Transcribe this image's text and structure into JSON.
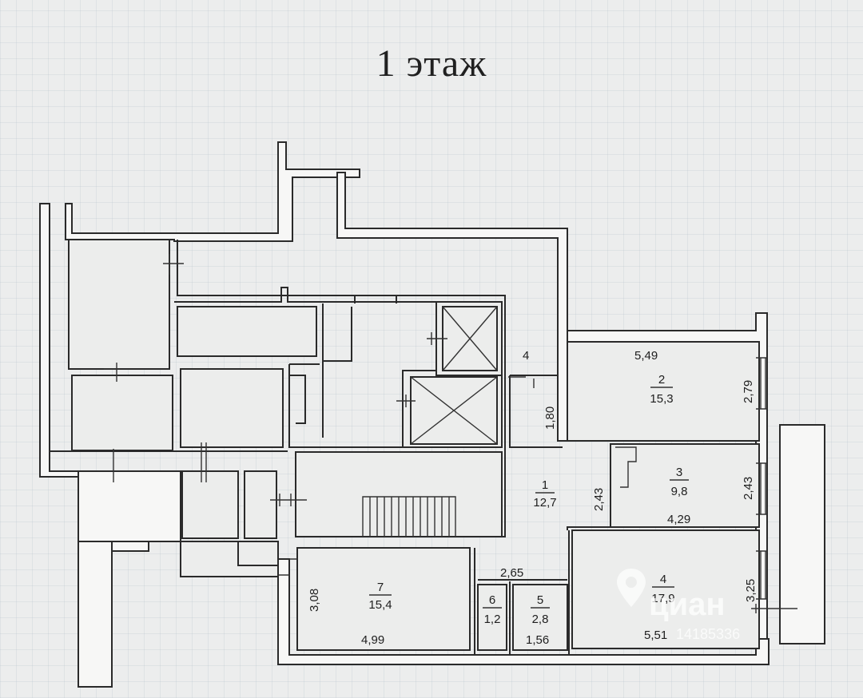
{
  "title": "1 этаж",
  "rooms": [
    {
      "id": "room-1",
      "number": "1",
      "area": "12,7"
    },
    {
      "id": "room-2",
      "number": "2",
      "area": "15,3"
    },
    {
      "id": "room-3",
      "number": "3",
      "area": "9,8"
    },
    {
      "id": "room-4",
      "number": "4",
      "area": "17,9"
    },
    {
      "id": "room-5",
      "number": "5",
      "area": "2,8"
    },
    {
      "id": "room-6",
      "number": "6",
      "area": "1,2"
    },
    {
      "id": "room-7",
      "number": "7",
      "area": "15,4"
    }
  ],
  "dimensions": {
    "room2_width": "5,49",
    "room2_height": "2,79",
    "room3_width": "4,29",
    "room3_height": "2,43",
    "corridor_height": "2,43",
    "corridor_top": "1,80",
    "corridor_width": "2,65",
    "room4_width": "5,51",
    "room4_height": "3,25",
    "room7_width": "4,99",
    "room7_height": "3,08",
    "room5_width": "1,56",
    "door_label": "4"
  },
  "watermark": {
    "brand": "циан",
    "code": "14185336"
  }
}
